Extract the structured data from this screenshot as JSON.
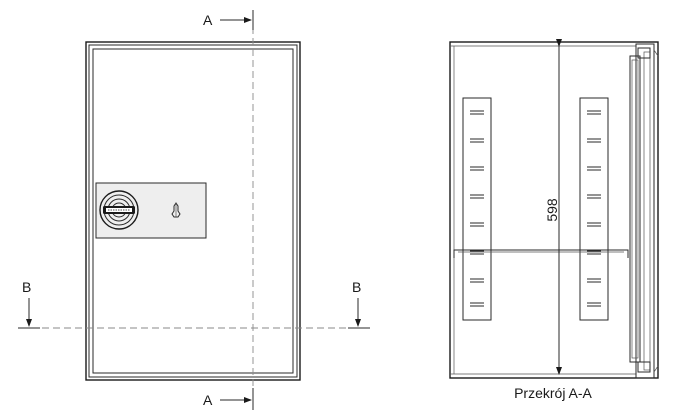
{
  "front_view": {
    "section_mark_top": "A",
    "section_mark_bottom": "A",
    "section_mark_left": "B",
    "section_mark_right": "B"
  },
  "section_view": {
    "caption": "Przekrój A-A",
    "height_dimension": "598"
  },
  "colors": {
    "line": "#1a1a1a",
    "panel_fill": "#eeeeee",
    "centerline": "#8a8a8a"
  }
}
